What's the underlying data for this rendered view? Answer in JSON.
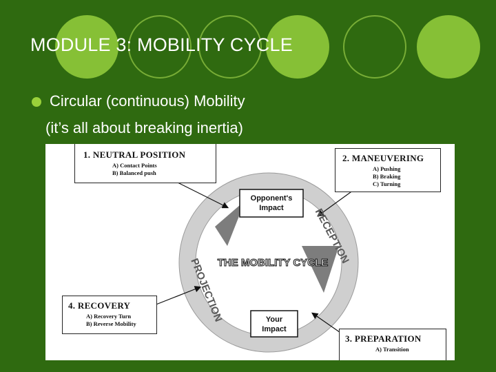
{
  "slide": {
    "title": "MODULE 3: MOBILITY CYCLE",
    "bullet": "Circular (continuous) Mobility",
    "bullet_sub": "(it’s all about breaking inertia)",
    "colors": {
      "background": "#2f6a10",
      "accent": "#9ad13a",
      "text": "#ffffff"
    }
  },
  "diagram": {
    "center_label": "THE MOBILITY CYCLE",
    "arc_top": "RECEPTION",
    "arc_left": "PROJECTION",
    "node_top": [
      "Opponent's",
      "Impact"
    ],
    "node_bottom": [
      "Your",
      "Impact"
    ],
    "boxes": {
      "neutral": {
        "title": "1. NEUTRAL POSITION",
        "items": [
          "A) Contact Points",
          "B) Balanced push"
        ]
      },
      "maneuvering": {
        "title": "2. MANEUVERING",
        "items": [
          "A) Pushing",
          "B) Braking",
          "C) Turning"
        ]
      },
      "preparation": {
        "title": "3. PREPARATION",
        "items": [
          "A) Transition"
        ]
      },
      "recovery": {
        "title": "4. RECOVERY",
        "items": [
          "A) Recovery Turn",
          "B) Reverse Mobility"
        ]
      }
    }
  }
}
